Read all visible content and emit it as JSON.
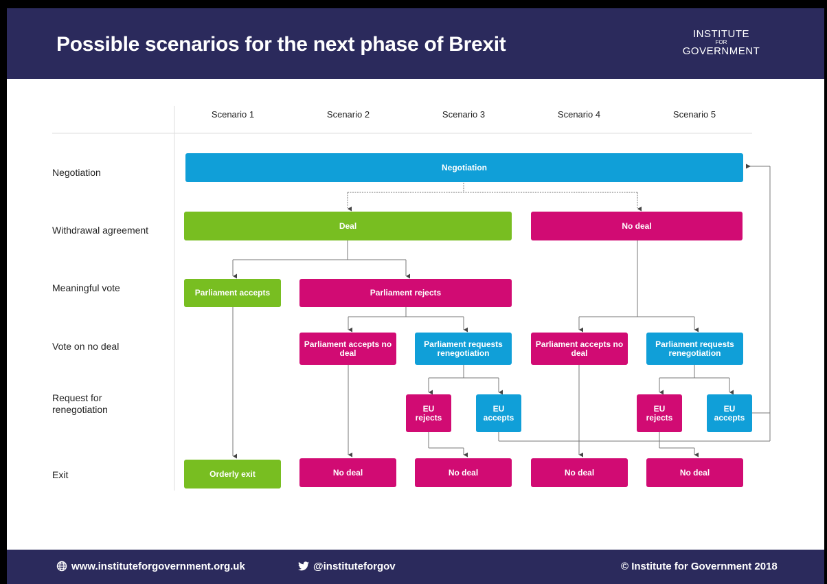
{
  "header": {
    "title": "Possible scenarios for the next phase of Brexit",
    "logo_line1": "INSTITUTE",
    "logo_line2": "FOR",
    "logo_line3": "GOVERNMENT"
  },
  "columns": [
    "Scenario 1",
    "Scenario 2",
    "Scenario 3",
    "Scenario 4",
    "Scenario 5"
  ],
  "rows": [
    "Negotiation",
    "Withdrawal agreement",
    "Meaningful vote",
    "Vote on no deal",
    "Request for renegotiation",
    "Exit"
  ],
  "boxes": {
    "negotiation": "Negotiation",
    "deal": "Deal",
    "no_deal": "No deal",
    "parl_accepts": "Parliament accepts",
    "parl_rejects": "Parliament rejects",
    "accepts_no_deal_1": "Parliament accepts no deal",
    "requests_reneg_1": "Parliament requests renegotiation",
    "accepts_no_deal_2": "Parliament accepts no deal",
    "requests_reneg_2": "Parliament requests renegotiation",
    "eu_rejects_1": "EU rejects",
    "eu_accepts_1": "EU accepts",
    "eu_rejects_2": "EU rejects",
    "eu_accepts_2": "EU accepts",
    "orderly_exit": "Orderly exit",
    "exit_no_deal_1": "No deal",
    "exit_no_deal_2": "No deal",
    "exit_no_deal_3": "No deal",
    "exit_no_deal_4": "No deal"
  },
  "colors": {
    "navy": "#2b2a5c",
    "blue": "#109fd8",
    "green": "#78be21",
    "pink": "#d10b73"
  },
  "footer": {
    "website": "www.instituteforgovernment.org.uk",
    "twitter": "@instituteforgov",
    "copyright": "© Institute for Government 2018"
  }
}
